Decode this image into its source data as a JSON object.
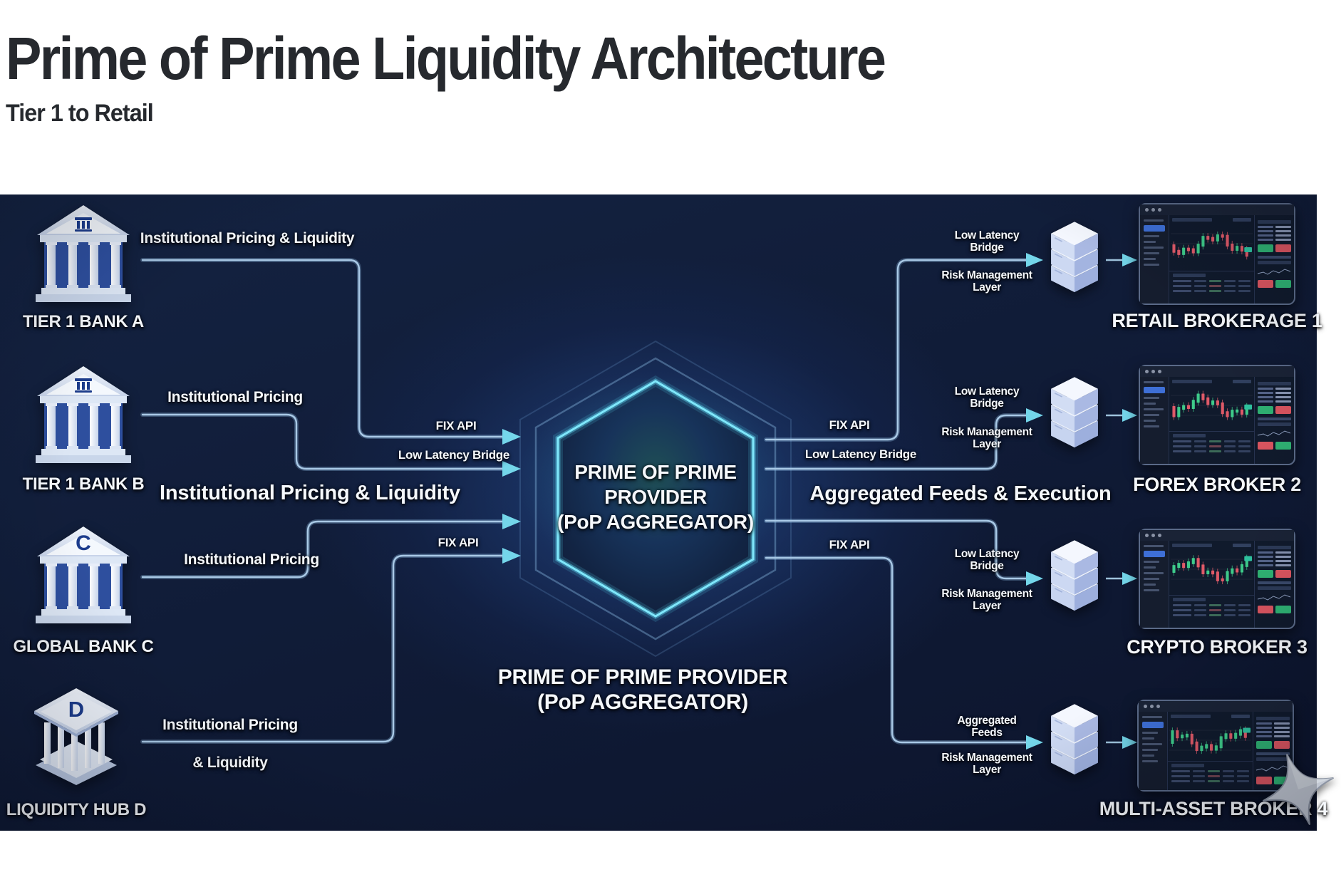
{
  "header": {
    "title": "Prime of Prime Liquidity Architecture",
    "subtitle": "Tier 1 to Retail"
  },
  "diagram": {
    "sources": [
      {
        "name": "TIER 1 BANK A",
        "emblem": "",
        "flow": [
          "Institutional Pricing & Liquidity"
        ]
      },
      {
        "name": "TIER 1 BANK B",
        "emblem": "",
        "flow": [
          "Institutional Pricing"
        ]
      },
      {
        "name": "GLOBAL BANK C",
        "emblem": "C",
        "flow": [
          "Institutional Pricing"
        ]
      },
      {
        "name": "LIQUIDITY HUB D",
        "emblem": "D",
        "flow": [
          "Institutional Pricing",
          "& Liquidity"
        ]
      }
    ],
    "left_flow_label": "Institutional Pricing & Liquidity",
    "left_api_labels": [
      "FIX API",
      "Low Latency Bridge",
      "FIX API"
    ],
    "hub": {
      "line1": "PRIME OF PRIME",
      "line2": "PROVIDER",
      "line3": "(PoP AGGREGATOR)"
    },
    "hub_caption": {
      "line1": "PRIME OF PRIME PROVIDER",
      "line2": "(PoP AGGREGATOR)"
    },
    "right_api_labels": [
      "FIX API",
      "Low Latency Bridge",
      "FIX API"
    ],
    "right_flow_label": "Aggregated Feeds & Execution",
    "destinations": [
      {
        "name": "RETAIL BROKERAGE 1",
        "pre": [
          "Low Latency",
          "Bridge"
        ],
        "post": [
          "Risk Management",
          "Layer"
        ]
      },
      {
        "name": "FOREX BROKER 2",
        "pre": [
          "Low Latency",
          "Bridge"
        ],
        "post": [
          "Risk Management",
          "Layer"
        ]
      },
      {
        "name": "CRYPTO BROKER 3",
        "pre": [
          "Low Latency",
          "Bridge"
        ],
        "post": [
          "Risk Management",
          "Layer"
        ]
      },
      {
        "name": "MULTI-ASSET BROKER 4",
        "pre": [
          "Aggregated",
          "Feeds"
        ],
        "post": [
          "Risk Management",
          "Layer"
        ]
      }
    ],
    "colors": {
      "panel_bg": "#0e1732",
      "wire": "#9ec1e0",
      "arrow": "#74d6ea",
      "neon": "#7fe7fb",
      "buy_green": "#2fb273",
      "sell_red": "#da5560"
    }
  }
}
